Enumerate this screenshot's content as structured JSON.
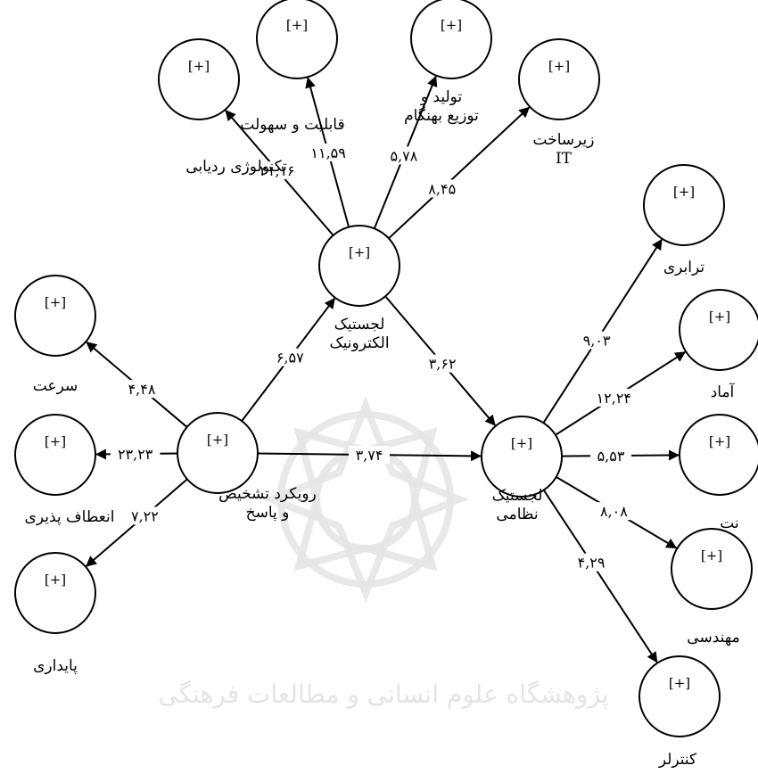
{
  "watermark_text": "پژوهشگاه علوم انسانی و مطالعات فرهنگی",
  "nodes": [
    {
      "id": "ecommerce",
      "mark": "[+]",
      "label": [
        "لجستیک",
        "الکترونیک"
      ]
    },
    {
      "id": "approach",
      "mark": "[+]",
      "label": [
        "رویکرد تشخیص",
        "و پاسخ"
      ]
    },
    {
      "id": "military",
      "mark": "[+]",
      "label": [
        "لجستیک",
        "نظامی"
      ]
    },
    {
      "id": "tracking",
      "mark": "[+]",
      "label": [
        "تکنولوژی ردیابی"
      ]
    },
    {
      "id": "ability",
      "mark": "[+]",
      "label": [
        "قابلیت و سهولت"
      ]
    },
    {
      "id": "production",
      "mark": "[+]",
      "label": [
        "تولید و",
        "توزیع بهنگام"
      ]
    },
    {
      "id": "infra",
      "mark": "[+]",
      "label": [
        "زیرساخت",
        "IT"
      ]
    },
    {
      "id": "speed",
      "mark": "[+]",
      "label": [
        "سرعت"
      ]
    },
    {
      "id": "flex",
      "mark": "[+]",
      "label": [
        "انعطاف پذیری"
      ]
    },
    {
      "id": "stability",
      "mark": "[+]",
      "label": [
        "پایداری"
      ]
    },
    {
      "id": "transport",
      "mark": "[+]",
      "label": [
        "ترابری"
      ]
    },
    {
      "id": "amad",
      "mark": "[+]",
      "label": [
        "آماد"
      ]
    },
    {
      "id": "nat",
      "mark": "[+]",
      "label": [
        "نت"
      ]
    },
    {
      "id": "engineering",
      "mark": "[+]",
      "label": [
        "مهندسی"
      ]
    },
    {
      "id": "control",
      "mark": "[+]",
      "label": [
        "کنترلر"
      ]
    }
  ],
  "edges": [
    {
      "from": "ecommerce",
      "to": "tracking",
      "coef": "۲۱,۱۶"
    },
    {
      "from": "ecommerce",
      "to": "ability",
      "coef": "۱۱,۵۹"
    },
    {
      "from": "ecommerce",
      "to": "production",
      "coef": "۵,۷۸"
    },
    {
      "from": "ecommerce",
      "to": "infra",
      "coef": "۸,۴۵"
    },
    {
      "from": "approach",
      "to": "ecommerce",
      "coef": "۶,۵۷"
    },
    {
      "from": "ecommerce",
      "to": "military",
      "coef": "۳,۶۲"
    },
    {
      "from": "approach",
      "to": "military",
      "coef": "۳,۷۴"
    },
    {
      "from": "approach",
      "to": "speed",
      "coef": "۴,۴۸"
    },
    {
      "from": "approach",
      "to": "flex",
      "coef": "۲۳,۲۳"
    },
    {
      "from": "approach",
      "to": "stability",
      "coef": "۷,۲۲"
    },
    {
      "from": "military",
      "to": "transport",
      "coef": "۹,۰۳"
    },
    {
      "from": "military",
      "to": "amad",
      "coef": "۱۲,۲۴"
    },
    {
      "from": "military",
      "to": "nat",
      "coef": "۵,۵۳"
    },
    {
      "from": "military",
      "to": "engineering",
      "coef": "۸,۰۸"
    },
    {
      "from": "military",
      "to": "control",
      "coef": "۴,۲۹"
    }
  ]
}
